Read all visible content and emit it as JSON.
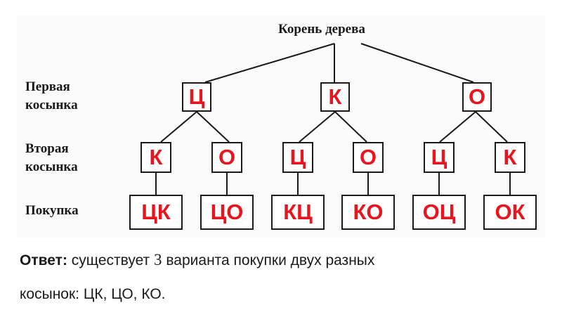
{
  "diagram": {
    "root_label": "Корень дерева",
    "row_labels": {
      "first_line1": "Первая",
      "first_line2": "косынка",
      "second_line1": "Вторая",
      "second_line2": "косынка",
      "purchase": "Покупка"
    },
    "level1": [
      "Ц",
      "К",
      "О"
    ],
    "level2": [
      "К",
      "О",
      "Ц",
      "О",
      "Ц",
      "К"
    ],
    "purchases": [
      "ЦК",
      "ЦО",
      "КЦ",
      "КО",
      "ОЦ",
      "ОК"
    ],
    "colors": {
      "node_text": "#e8141e",
      "line": "#1a1a1a"
    }
  },
  "answer": {
    "label": "Ответ:",
    "text_part1": "существует",
    "number": "3",
    "text_part2": "варианта покупки двух разных",
    "text_line2": "косынок: ЦК, ЦО, КО."
  }
}
